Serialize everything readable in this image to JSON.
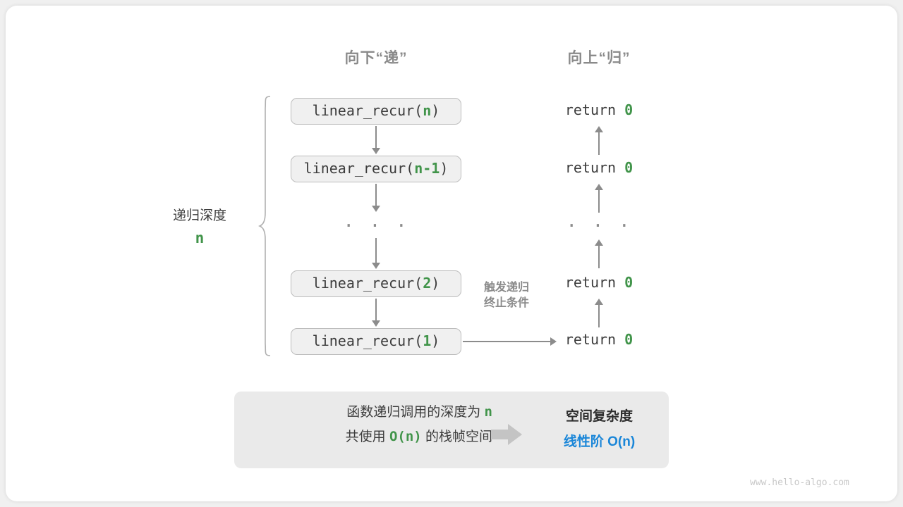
{
  "headers": {
    "down": "向下“递”",
    "up": "向上“归”"
  },
  "depth": {
    "label": "递归深度",
    "value": "n"
  },
  "calls": [
    {
      "prefix": "linear_recur(",
      "arg": "n",
      "suffix": ")"
    },
    {
      "prefix": "linear_recur(",
      "arg": "n-1",
      "suffix": ")"
    },
    {
      "prefix": "linear_recur(",
      "arg": "2",
      "suffix": ")"
    },
    {
      "prefix": "linear_recur(",
      "arg": "1",
      "suffix": ")"
    }
  ],
  "ellipsis": "· · ·",
  "returns": [
    {
      "keyword": "return",
      "value": "0"
    },
    {
      "keyword": "return",
      "value": "0"
    },
    {
      "keyword": "return",
      "value": "0"
    },
    {
      "keyword": "return",
      "value": "0"
    }
  ],
  "trigger": {
    "line1": "触发递归",
    "line2": "终止条件"
  },
  "summary": {
    "left_line1_text": "函数递归调用的深度为",
    "left_line1_var": "n",
    "left_line2_pre": "共使用",
    "left_line2_var": "O(n)",
    "left_line2_post": "的栈帧空间",
    "right_title": "空间复杂度",
    "right_result": "线性阶  O(n)"
  },
  "footer": "www.hello-algo.com",
  "colors": {
    "green": "#41944a",
    "blue": "#1a86d8",
    "gray_text": "#8a8a8a",
    "box_fill": "#f0f0f0",
    "box_border": "#bdbdbd",
    "summary_fill": "#eaeaea",
    "line": "#8c8c8c"
  }
}
